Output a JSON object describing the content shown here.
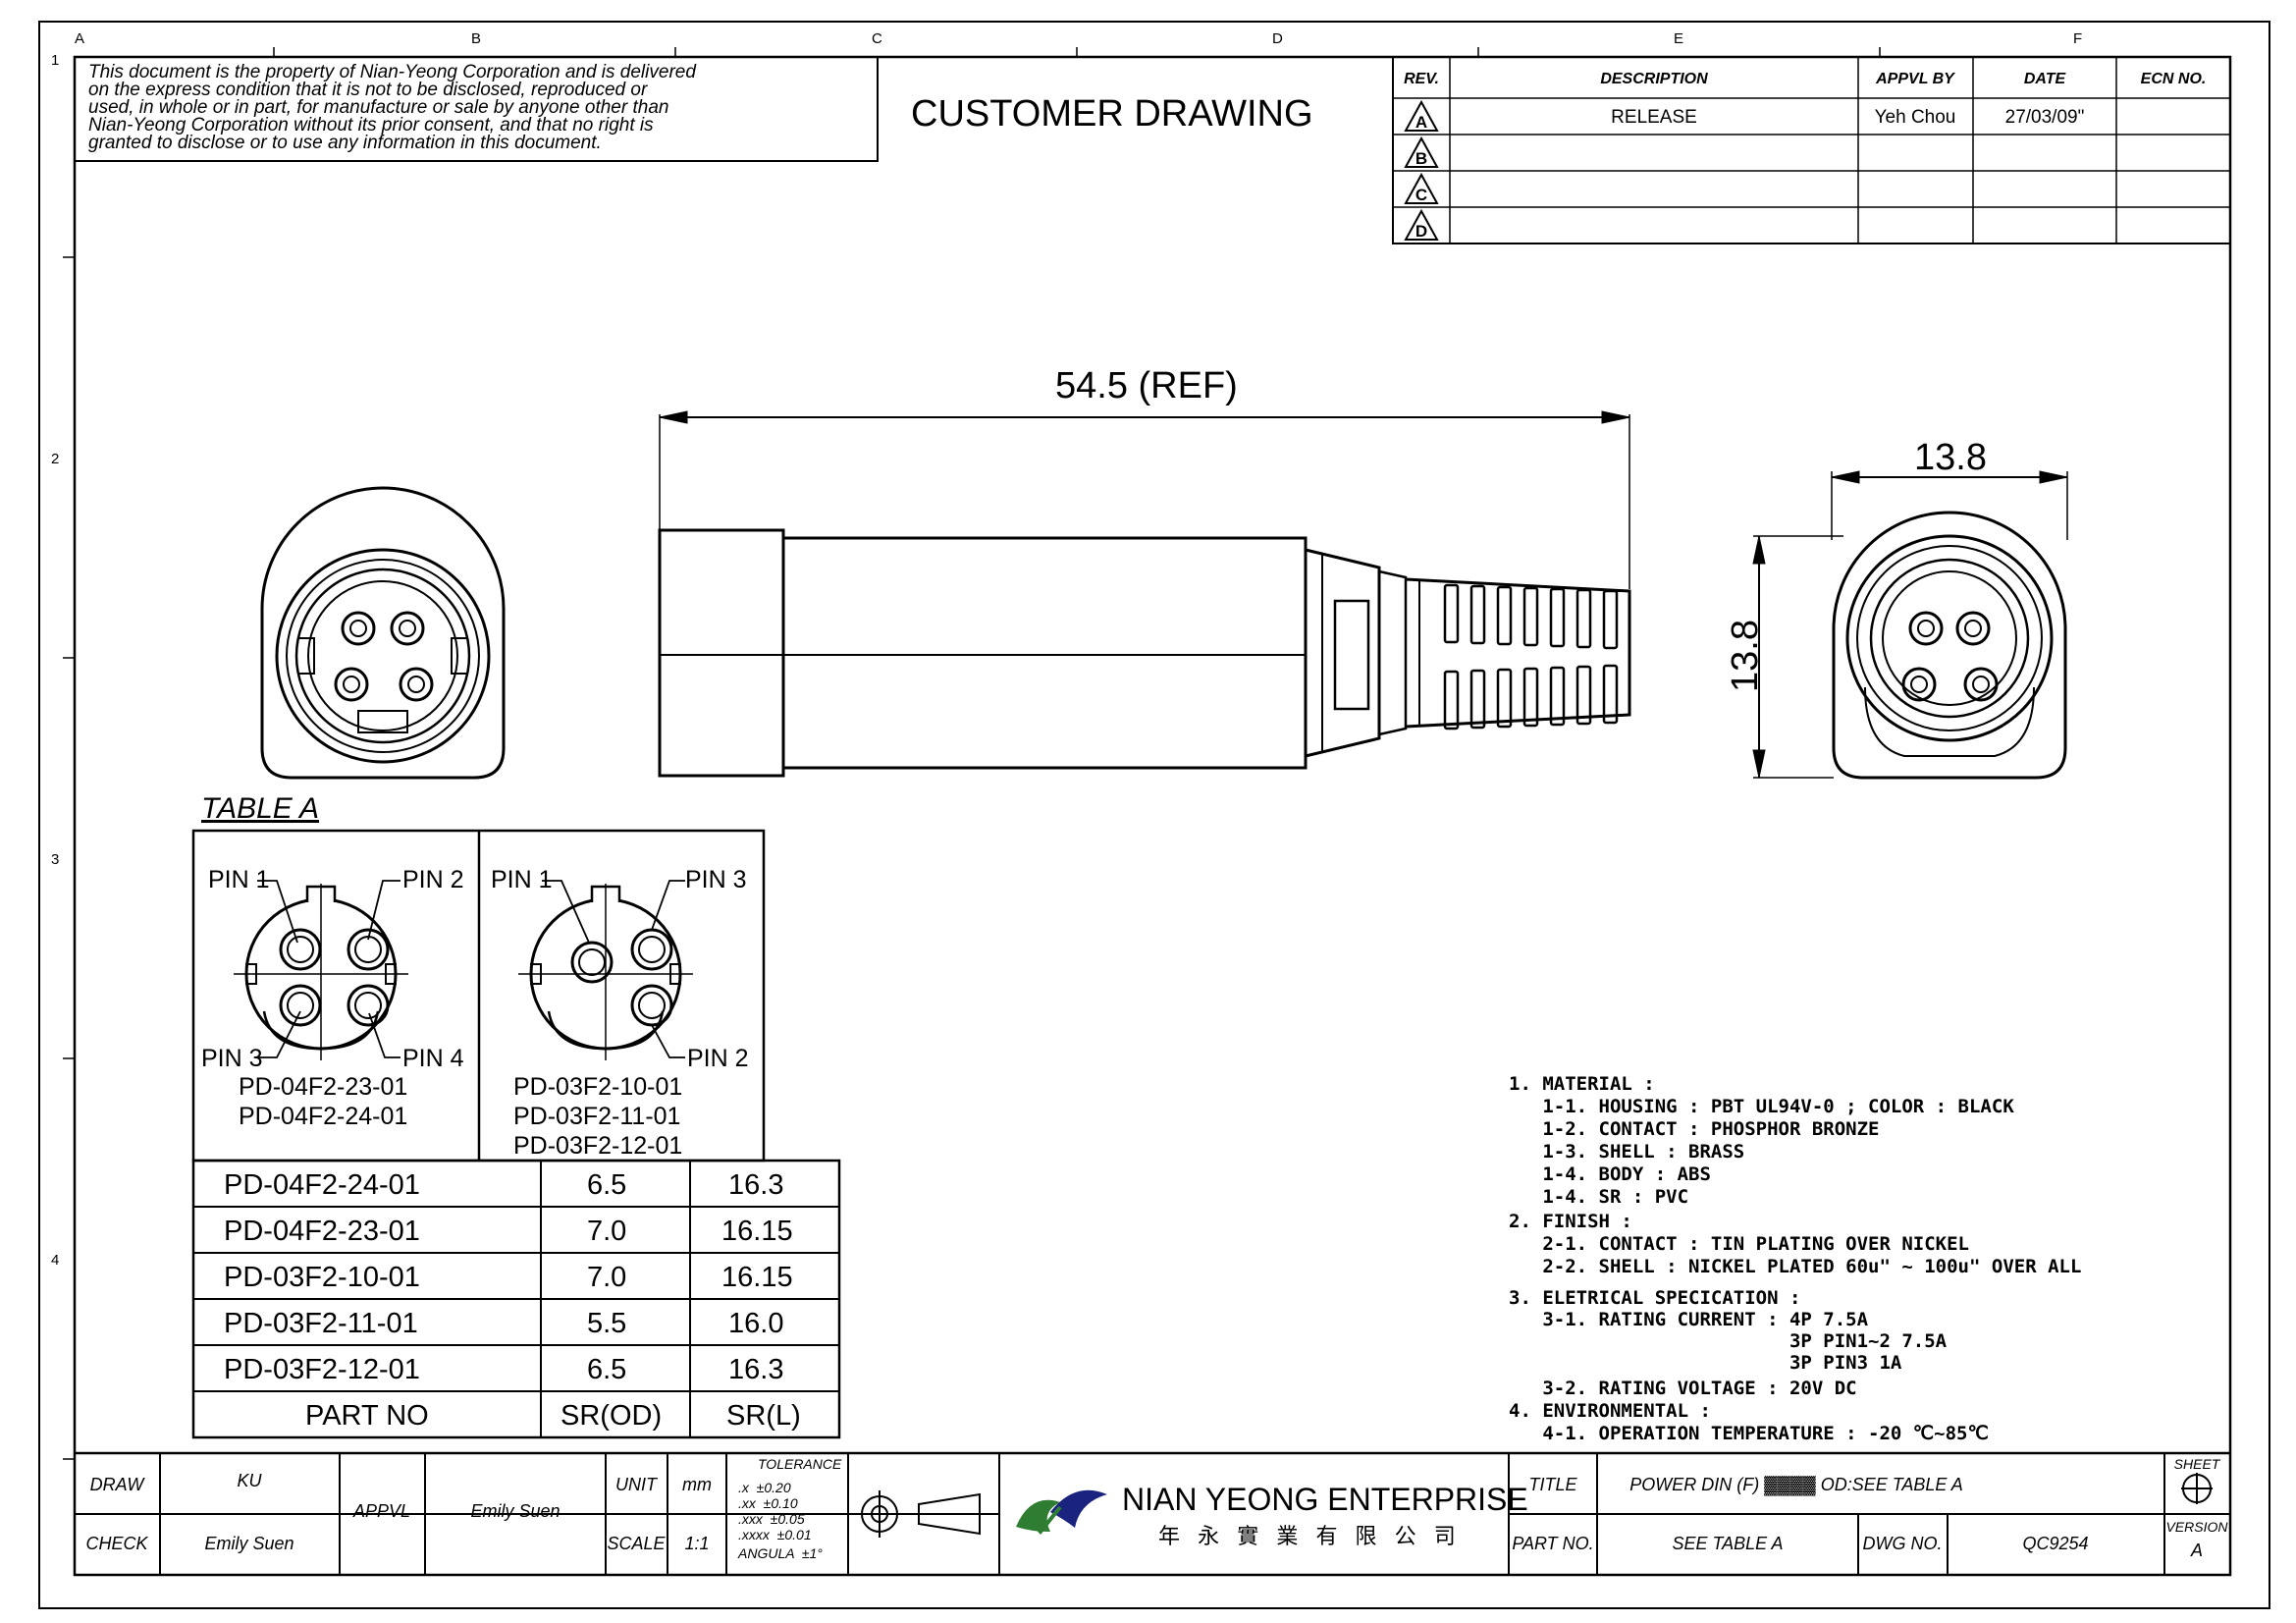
{
  "border": {
    "columns": [
      "A",
      "B",
      "C",
      "D",
      "E",
      "F"
    ],
    "rows": [
      "1",
      "2",
      "3",
      "4"
    ]
  },
  "disclaimer": [
    "This document is the property of Nian-Yeong Corporation and is delivered",
    "on the express condition that it is not to be disclosed, reproduced or",
    "used, in whole or in part, for manufacture or sale by anyone other than",
    "Nian-Yeong Corporation without its prior consent, and that no right is",
    "granted to disclose or to use any information in this document."
  ],
  "title": "CUSTOMER  DRAWING",
  "revision_table": {
    "headers": [
      "REV.",
      "DESCRIPTION",
      "APPVL BY",
      "DATE",
      "ECN NO."
    ],
    "rows": [
      {
        "rev": "A",
        "description": "RELEASE",
        "appvl_by": "Yeh Chou",
        "date": "27/03/09\"",
        "ecn": ""
      },
      {
        "rev": "B",
        "description": "",
        "appvl_by": "",
        "date": "",
        "ecn": ""
      },
      {
        "rev": "C",
        "description": "",
        "appvl_by": "",
        "date": "",
        "ecn": ""
      },
      {
        "rev": "D",
        "description": "",
        "appvl_by": "",
        "date": "",
        "ecn": ""
      }
    ]
  },
  "dimensions": {
    "length": "54.5 (REF)",
    "width": "13.8",
    "height": "13.8"
  },
  "table_a": {
    "title": "TABLE A",
    "pinouts": [
      {
        "labels": [
          "PIN 1",
          "PIN 2",
          "PIN 3",
          "PIN 4"
        ],
        "parts": [
          "PD-04F2-23-01",
          "PD-04F2-24-01"
        ]
      },
      {
        "labels": [
          "PIN 1",
          "PIN 3",
          "PIN 2"
        ],
        "parts": [
          "PD-03F2-10-01",
          "PD-03F2-11-01",
          "PD-03F2-12-01"
        ]
      }
    ],
    "rows": [
      [
        "PD-04F2-24-01",
        "6.5",
        "16.3"
      ],
      [
        "PD-04F2-23-01",
        "7.0",
        "16.15"
      ],
      [
        "PD-03F2-10-01",
        "7.0",
        "16.15"
      ],
      [
        "PD-03F2-11-01",
        "5.5",
        "16.0"
      ],
      [
        "PD-03F2-12-01",
        "6.5",
        "16.3"
      ]
    ],
    "footer": [
      "PART NO",
      "SR(OD)",
      "SR(L)"
    ]
  },
  "notes": [
    "1. MATERIAL :",
    "   1-1. HOUSING : PBT UL94V-0 ; COLOR : BLACK",
    "   1-2. CONTACT : PHOSPHOR BRONZE",
    "   1-3. SHELL : BRASS",
    "   1-4. BODY : ABS",
    "   1-4. SR : PVC",
    "2. FINISH :",
    "   2-1. CONTACT : TIN PLATING OVER NICKEL",
    "   2-2. SHELL : NICKEL PLATED 60u\" ~ 100u\" OVER ALL",
    "3. ELETRICAL SPECICATION :",
    "   3-1. RATING CURRENT : 4P 7.5A",
    "                         3P PIN1~2 7.5A",
    "                         3P PIN3 1A",
    "   3-2. RATING VOLTAGE : 20V DC",
    "4. ENVIRONMENTAL :",
    "   4-1. OPERATION TEMPERATURE : -20 ℃~85℃"
  ],
  "title_block": {
    "draw_label": "DRAW",
    "draw_value": "KU",
    "check_label": "CHECK",
    "check_value": "Emily Suen",
    "appvl_label": "APPVL",
    "appvl_value": "Emily Suen",
    "unit_label": "UNIT",
    "unit_value": "mm",
    "scale_label": "SCALE",
    "scale_value": "1:1",
    "tolerance_title": "TOLERANCE",
    "tolerance": [
      ".x  ±0.20",
      ".xx  ±0.10",
      ".xxx  ±0.05",
      ".xxxx  ±0.01",
      "ANGULA  ±1°"
    ],
    "company": "NIAN YEONG ENTERPRISE",
    "company_cn": "年 永 實 業 有 限 公 司",
    "title_label": "TITLE",
    "title_value": "POWER DIN (F) ▓▓▓▓ OD:SEE TABLE A",
    "partno_label": "PART NO.",
    "partno_value": "SEE TABLE A",
    "dwgno_label": "DWG NO.",
    "dwgno_value": "QC9254",
    "sheet_label": "SHEET",
    "version_label": "VERSION",
    "version_value": "A"
  }
}
